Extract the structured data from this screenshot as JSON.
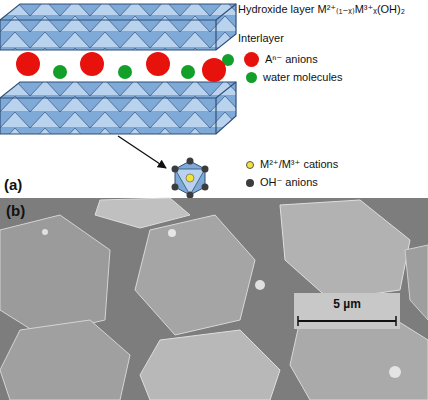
{
  "diagram": {
    "labels": [
      "Hydroxide layer M²⁺₍₁₋ₓ₎M³⁺ₓ(OH)₂",
      "Interlayer",
      "(a)",
      "(b)",
      "5 µm"
    ],
    "legend": [
      {
        "text": "Aⁿ⁻ anions",
        "color": "#e8120c"
      },
      {
        "text": "water molecules",
        "color": "#12a02a"
      },
      {
        "text": "M²⁺/M³⁺ cations",
        "color": "#f2e23a"
      },
      {
        "text": "OH⁻ anions",
        "color": "#3c3c3c"
      }
    ]
  }
}
